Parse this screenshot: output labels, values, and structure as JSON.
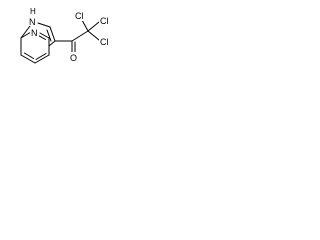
{
  "molecule": {
    "atoms": {
      "nh": {
        "symbol": "N",
        "h": "H"
      },
      "n_pyridine": {
        "symbol": "N"
      },
      "o": {
        "symbol": "O"
      },
      "cl1": {
        "symbol": "Cl"
      },
      "cl2": {
        "symbol": "Cl"
      },
      "cl3": {
        "symbol": "Cl"
      }
    }
  },
  "colors": {
    "bond": "#000000",
    "text": "#000000",
    "background": "#ffffff"
  }
}
